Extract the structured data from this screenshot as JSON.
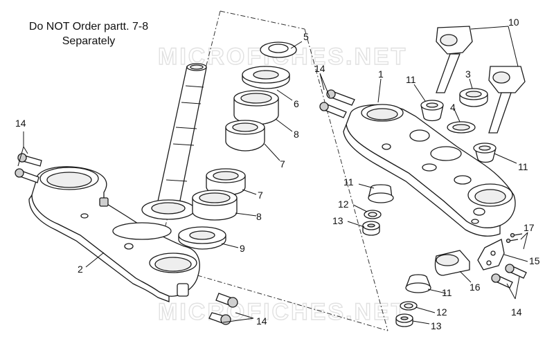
{
  "note": {
    "line1": "Do NOT Order partt. 7-8",
    "line2": "Separately"
  },
  "watermark": "MICROFICHES.NET",
  "callouts": {
    "c1": "1",
    "c2": "2",
    "c3": "3",
    "c4": "4",
    "c5": "5",
    "c6": "6",
    "c7a": "7",
    "c7b": "7",
    "c8a": "8",
    "c8b": "8",
    "c9": "9",
    "c10": "10",
    "c11a": "11",
    "c11b": "11",
    "c11c": "11",
    "c11d": "11",
    "c12a": "12",
    "c12b": "12",
    "c13a": "13",
    "c13b": "13",
    "c14a": "14",
    "c14b": "14",
    "c14c": "14",
    "c14d": "14",
    "c15": "15",
    "c16": "16",
    "c17": "17"
  }
}
